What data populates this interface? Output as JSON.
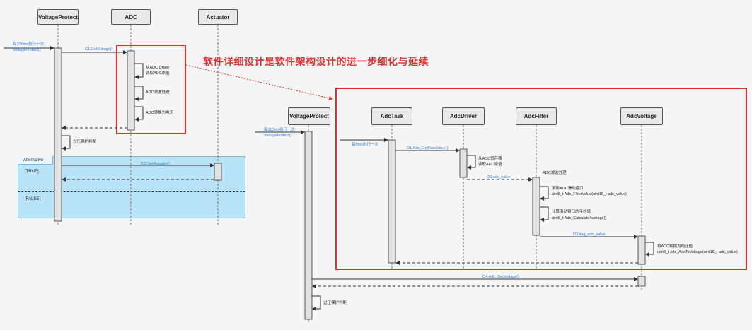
{
  "left_diagram": {
    "participants": [
      "VoltageProtect",
      "ADC",
      "Actuator"
    ],
    "trigger_line1": "每100ms执行一次",
    "trigger_line2": "VoltageProtect()",
    "c1": "C1.GetVoltage()",
    "note1_line1": "从ADC Driver",
    "note1_line2": "读取ADC原值",
    "note2": "ADC滤波处理",
    "note3": "ADC转换为电压",
    "overvolt": "过压保护判断",
    "alt_label": "Alternative",
    "true_label": "[TRUE]",
    "false_label": "[FALSE]",
    "c2": "C2.SetActuator()"
  },
  "banner": "软件详细设计是软件架构设计的进一步细化与延续",
  "right_diagram": {
    "participants": [
      "VoltageProtect",
      "AdcTask",
      "AdcDriver",
      "AdcFilter",
      "AdcVoltage"
    ],
    "trigger_line1": "每100ms执行一次",
    "trigger_line2": "VoltageProtect()",
    "every5ms": "每5ms执行一次",
    "d1": "D1.Adc_GetRawValue()",
    "reg_line1": "从ADC寄存器",
    "reg_line2": "读取ADC原值",
    "d2": "D2.adc_value",
    "filter_title": "ADC滤波处理",
    "update_line1": "更新ADC滑动窗口",
    "update_line2": "uint8_t Adc_FilterValue(uint16_t adc_value)",
    "avg_line1": "计算滑动窗口的平均值",
    "avg_line2": "uint8_t Adc_CalculateAverage()",
    "d3": "D3.avg_adc_value",
    "conv_line1": "将ADC转换为电压值",
    "conv_line2": "uint8_t Adc_AdcToVoltage(uint16_t adc_value)",
    "d4": "D4.Adc_GetVoltage()",
    "overvolt": "过压保护判断"
  },
  "colors": {
    "accent": "#e0302c",
    "message": "#2c7be5",
    "alt_fill": "#b9e3f6"
  }
}
